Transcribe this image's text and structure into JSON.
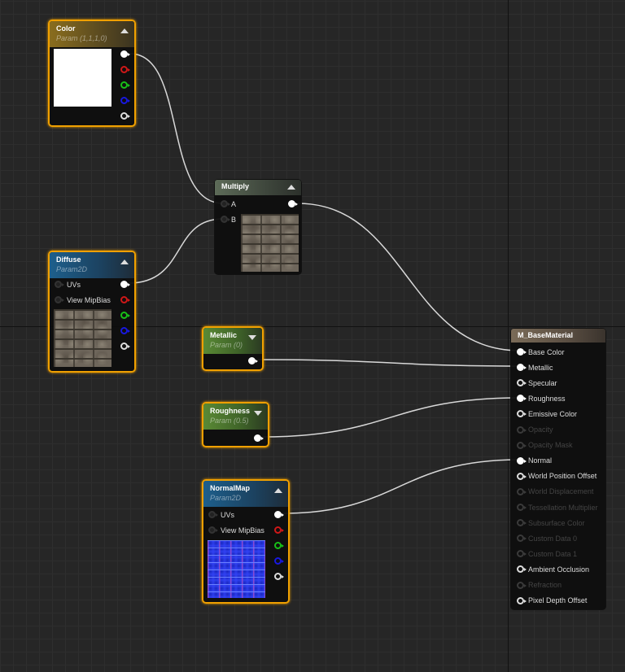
{
  "nodes": {
    "color": {
      "title": "Color",
      "subtitle": "Param (1,1,1,0)"
    },
    "multiply": {
      "title": "Multiply",
      "inputs": [
        "A",
        "B"
      ]
    },
    "diffuse": {
      "title": "Diffuse",
      "subtitle": "Param2D",
      "inputs": [
        "UVs",
        "View MipBias"
      ]
    },
    "metallic": {
      "title": "Metallic",
      "subtitle": "Param (0)"
    },
    "roughness": {
      "title": "Roughness",
      "subtitle": "Param (0.5)"
    },
    "normalmap": {
      "title": "NormalMap",
      "subtitle": "Param2D",
      "inputs": [
        "UVs",
        "View MipBias"
      ]
    },
    "material": {
      "title": "M_BaseMaterial",
      "inputs": [
        "Base Color",
        "Metallic",
        "Specular",
        "Roughness",
        "Emissive Color",
        "Opacity",
        "Opacity Mask",
        "Normal",
        "World Position Offset",
        "World Displacement",
        "Tessellation Multiplier",
        "Subsurface Color",
        "Custom Data 0",
        "Custom Data 1",
        "Ambient Occlusion",
        "Refraction",
        "Pixel Depth Offset"
      ]
    }
  },
  "colors": {
    "selection": "#f0a000",
    "background": "#262626"
  }
}
